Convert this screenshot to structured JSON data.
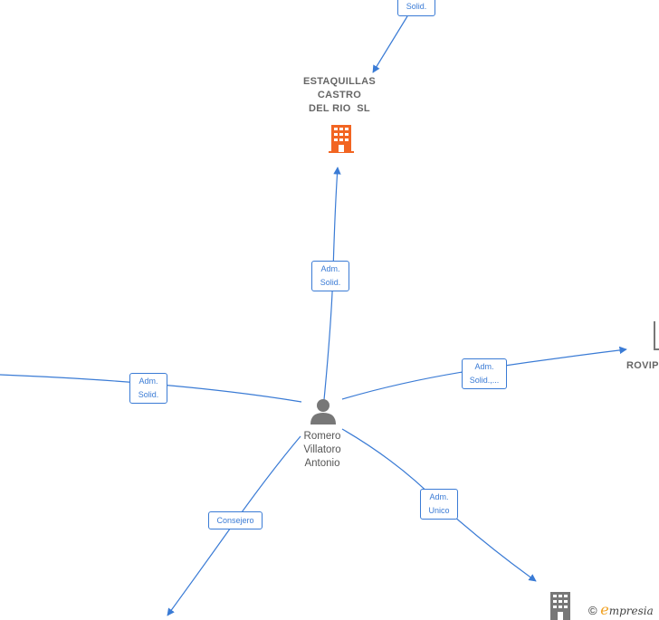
{
  "nodes": {
    "center_person": {
      "name": "Romero\nVillatoro\nAntonio"
    },
    "company_top": {
      "name": "ESTAQUILLAS\nCASTRO\nDEL RIO  SL"
    },
    "company_right": {
      "name": "ROVIPI"
    }
  },
  "edge_labels": {
    "top_offscreen": "Solid.",
    "to_company_top": "Adm.\nSolid.",
    "left": "Adm.\nSolid.",
    "right": "Adm.\nSolid.,...",
    "bottom_right": "Adm.\nUnico",
    "bottom_left": "Consejero"
  },
  "footer": {
    "copyright_symbol": "©",
    "brand_initial": "e",
    "brand_rest": "mpresia"
  },
  "colors": {
    "edge": "#3a7bd5",
    "highlight_company": "#f26522",
    "company": "#777777",
    "person": "#777777"
  },
  "icons": {
    "company_top": "building-icon",
    "company_bottom": "building-icon",
    "company_right": "building-icon",
    "center_person": "person-icon"
  }
}
